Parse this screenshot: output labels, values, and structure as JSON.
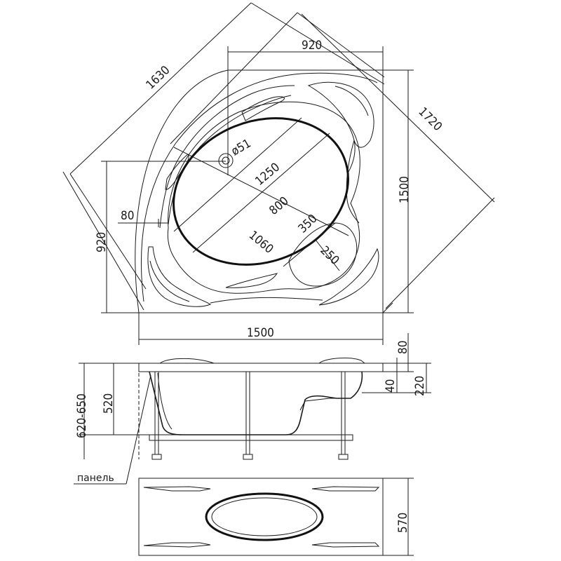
{
  "plan": {
    "diagonal_outer": "1630",
    "diagonal_full": "1720",
    "side_top": "920",
    "side_right": "1500",
    "side_left": "920",
    "side_bottom": "1500",
    "drain_diameter": "ø51",
    "bowl_length": "1250",
    "bowl_width": "800",
    "inner_diagonal": "1060",
    "seat_size": "350",
    "seat_radius": "250",
    "rim_width": "80"
  },
  "side_view": {
    "total_height": "620-650",
    "tub_depth": "520",
    "rim_thickness": "80",
    "rim_to_edge": "40",
    "top_to_frame": "220",
    "panel_label": "панель"
  },
  "front_view": {
    "height": "570"
  }
}
